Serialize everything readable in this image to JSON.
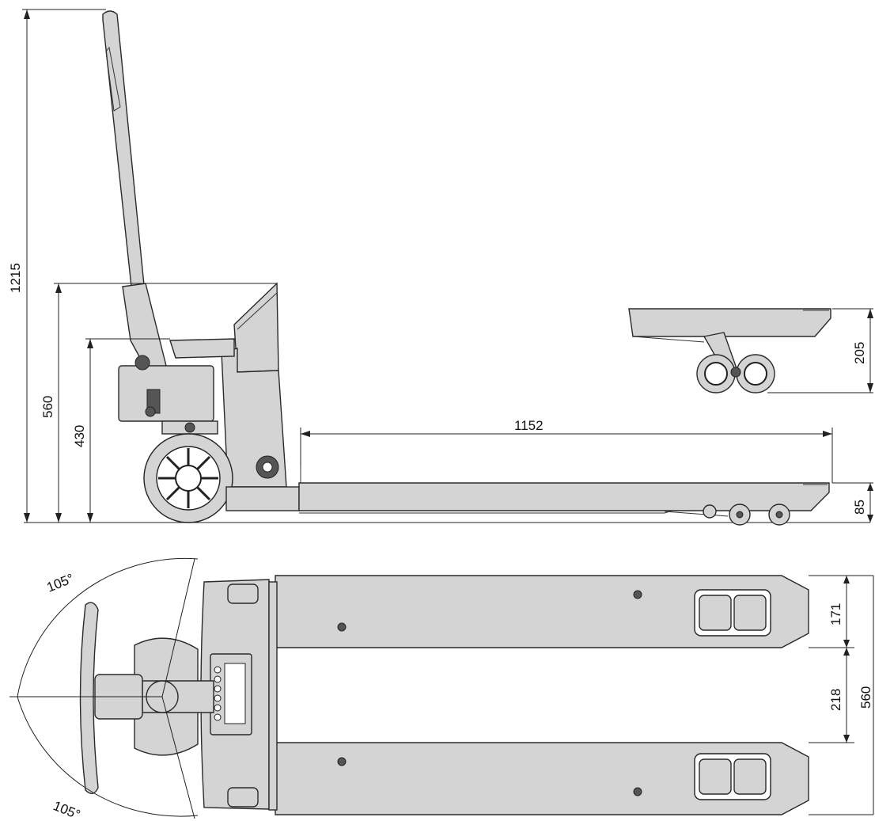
{
  "dimensions": {
    "overall_height": "1215",
    "scale_height": "560",
    "handle_pivot_height": "430",
    "fork_length": "1152",
    "raised_height": "205",
    "lowered_height": "85",
    "fork_width": "171",
    "fork_gap": "218",
    "total_width": "560",
    "steer_angle_top": "105°",
    "steer_angle_bottom": "105°"
  },
  "colors": {
    "body": "#d4d4d4",
    "outline": "#2a2a2a"
  }
}
